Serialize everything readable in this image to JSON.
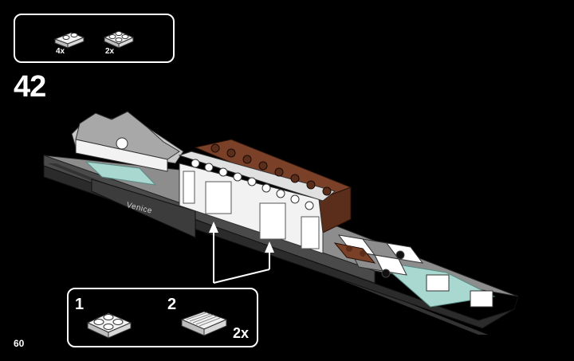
{
  "parts_needed": {
    "part1": {
      "name": "plate-1x2-white",
      "quantity": "4x"
    },
    "part2": {
      "name": "plate-2x2-white",
      "quantity": "2x"
    }
  },
  "step": {
    "number": "42"
  },
  "model": {
    "caption": "Venice"
  },
  "sub_build": {
    "step1": {
      "number": "1",
      "part": "plate-2x2-white"
    },
    "step2": {
      "number": "2",
      "part": "tile-grille-stack",
      "quantity": "2x"
    }
  },
  "page": {
    "number": "60"
  },
  "colors": {
    "background": "#000000",
    "brick_white": "#f2f2f2",
    "brick_brown": "#6e3a22",
    "base_gray": "#8a8a8a",
    "dark_gray": "#3a3a3a",
    "water": "#a9d8d0"
  }
}
